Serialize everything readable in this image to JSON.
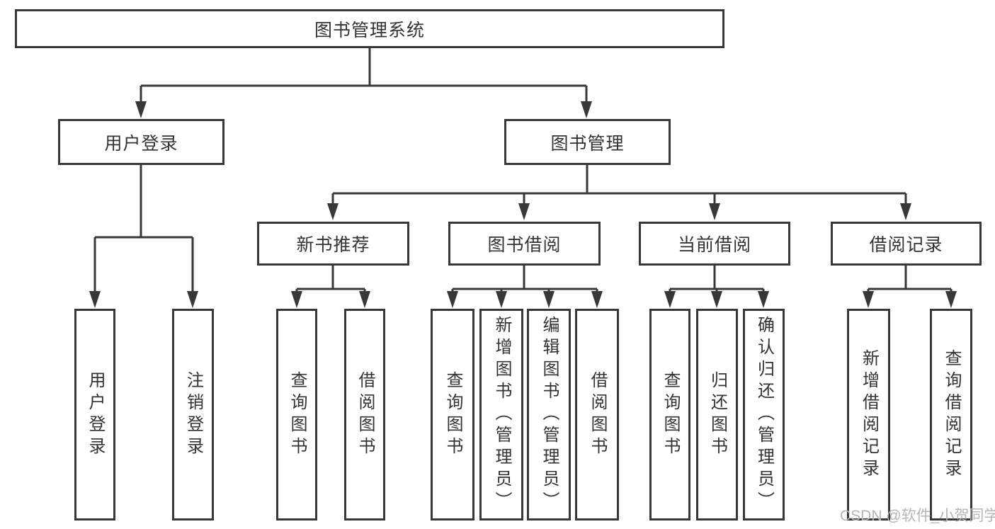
{
  "diagram_type": "tree-diagram",
  "title": "图书管理系统",
  "watermark": "CSDN @软件_小贺同学",
  "colors": {
    "line": "#383838",
    "text": "#333333",
    "background": "#ffffff",
    "watermark": "#b5b5b5"
  },
  "nodes": {
    "root": "图书管理系统",
    "user_login": "用户登录",
    "book_mgmt": "图书管理",
    "new_book_rec": "新书推荐",
    "book_borrow": "图书借阅",
    "current_borrow": "当前借阅",
    "borrow_record": "借阅记录",
    "leaf_user_login": "用户登录",
    "leaf_logout": "注销登录",
    "leaf_query_book_rec": "查询图书",
    "leaf_borrow_book_rec": "借阅图书",
    "leaf_query_book_borrow": "查询图书",
    "leaf_add_book": "新增图书（管理员）",
    "leaf_edit_book": "编辑图书（管理员）",
    "leaf_borrow_book_borrow": "借阅图书",
    "leaf_query_book_current": "查询图书",
    "leaf_return_book": "归还图书",
    "leaf_confirm_return": "确认归还（管理员）",
    "leaf_add_record": "新增借阅记录",
    "leaf_query_record": "查询借阅记录"
  },
  "hierarchy": {
    "图书管理系统": {
      "用户登录": [
        "用户登录",
        "注销登录"
      ],
      "图书管理": {
        "新书推荐": [
          "查询图书",
          "借阅图书"
        ],
        "图书借阅": [
          "查询图书",
          "新增图书（管理员）",
          "编辑图书（管理员）",
          "借阅图书"
        ],
        "当前借阅": [
          "查询图书",
          "归还图书",
          "确认归还（管理员）"
        ],
        "借阅记录": [
          "新增借阅记录",
          "查询借阅记录"
        ]
      }
    }
  }
}
